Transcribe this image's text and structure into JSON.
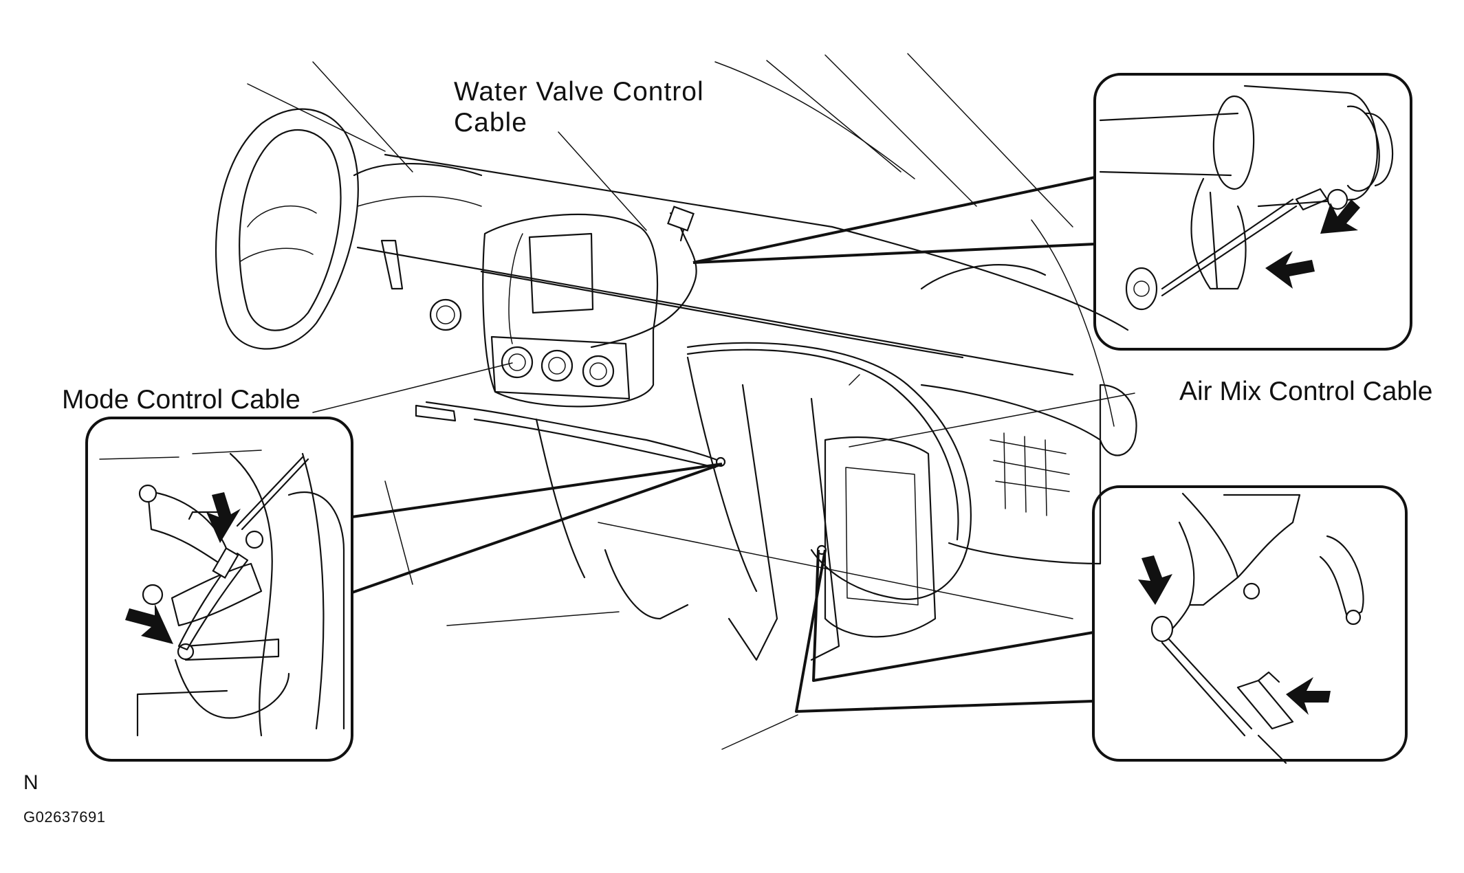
{
  "labels": {
    "water_valve_line1": "Water Valve Control",
    "water_valve_line2": "Cable",
    "mode_control": "Mode Control Cable",
    "air_mix_control": "Air Mix Control Cable"
  },
  "footer": {
    "view_letter": "N",
    "figure_code": "G02637691"
  },
  "icons": {
    "arrow": "black-arrow-icon",
    "steering": "steering-wheel-icon",
    "vent": "air-vent-icon"
  },
  "colors": {
    "ink": "#111111",
    "paper": "#ffffff"
  }
}
